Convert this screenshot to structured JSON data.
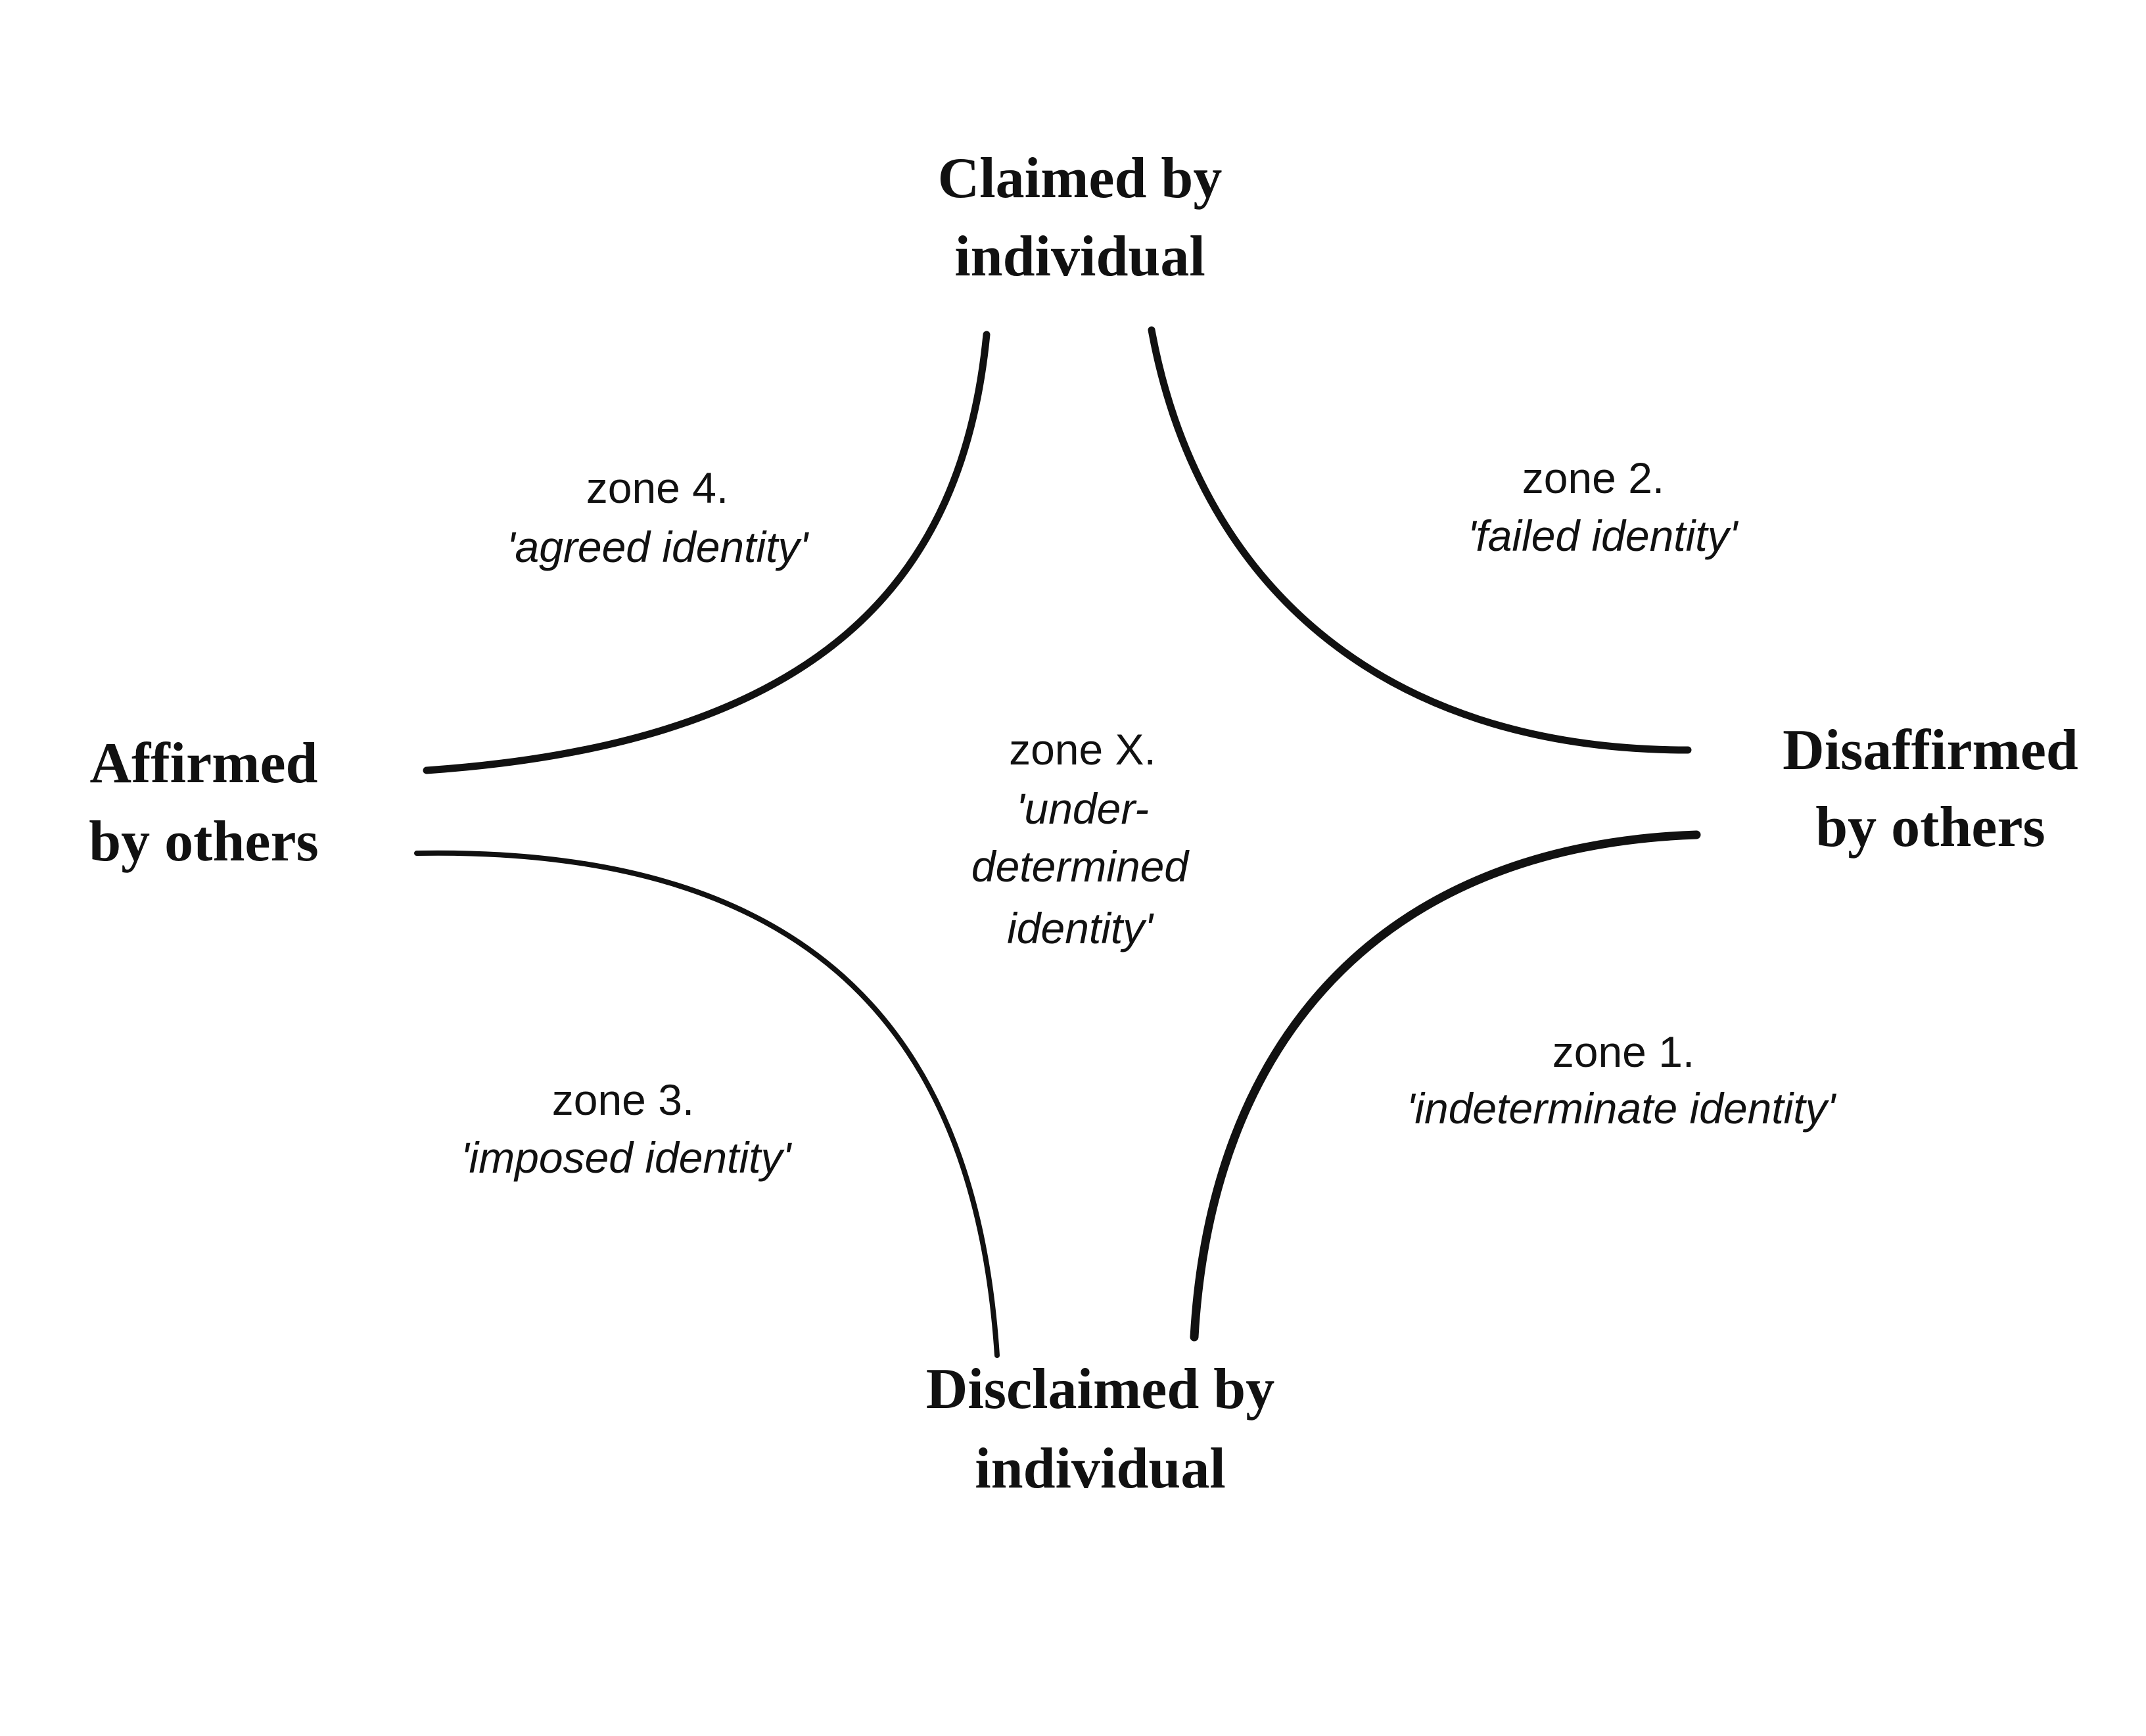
{
  "poles": {
    "top": [
      "Claimed by",
      "individual"
    ],
    "left": [
      "Affirmed",
      "by others"
    ],
    "right": [
      "Disaffirmed",
      "by others"
    ],
    "bottom": [
      "Disclaimed by",
      "individual"
    ]
  },
  "zones": {
    "zone4": {
      "label": "zone 4.",
      "name": "'agreed identity'"
    },
    "zone2": {
      "label": "zone 2.",
      "name": "'failed identity'"
    },
    "zoneX": {
      "label": "zone X.",
      "name_lines": [
        "'under-",
        "determined",
        "identity'"
      ]
    },
    "zone3": {
      "label": "zone 3.",
      "name": "'imposed identity'"
    },
    "zone1": {
      "label": "zone 1.",
      "name": "'indeterminate identity'"
    }
  }
}
